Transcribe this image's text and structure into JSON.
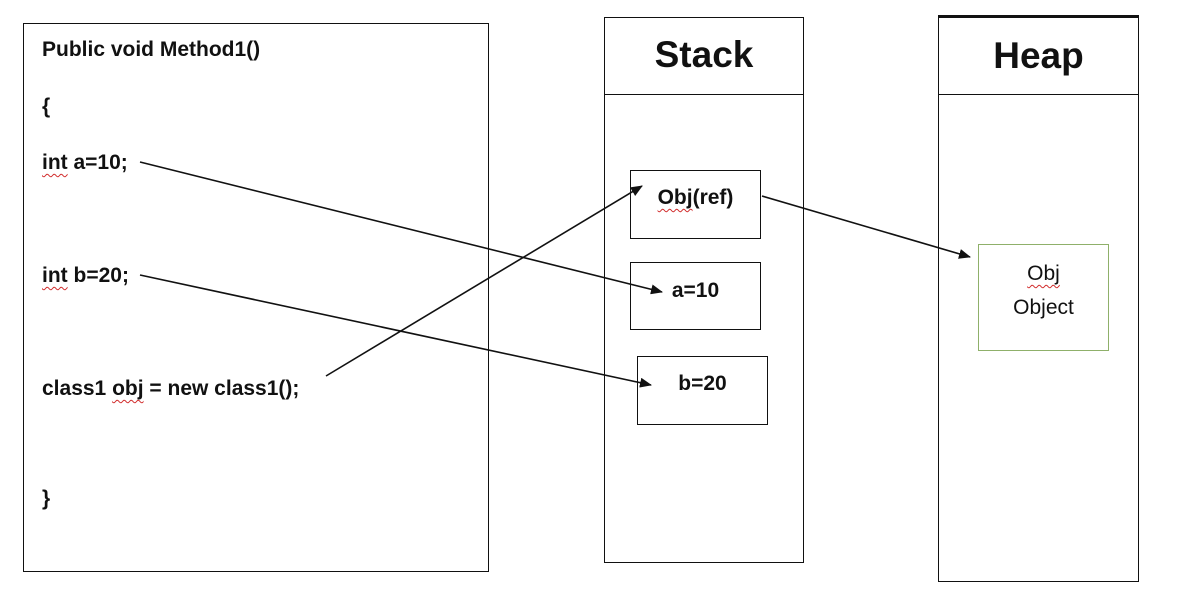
{
  "code": {
    "signature": "Public void Method1()",
    "open_brace": "{",
    "line_a": {
      "keyword": "int",
      "rest": " a=10;"
    },
    "line_b": {
      "keyword": "int",
      "rest": " b=20;"
    },
    "line_obj": {
      "prefix": "class1 ",
      "var": "obj",
      "rest": " = new class1();"
    },
    "close_brace": "}"
  },
  "stack": {
    "title": "Stack",
    "cells": {
      "ref": {
        "name": "Obj",
        "suffix": "(ref)"
      },
      "a": "a=10",
      "b": "b=20"
    }
  },
  "heap": {
    "title": "Heap",
    "object": {
      "line1": "Obj",
      "line2": "Object"
    }
  },
  "colors": {
    "stroke": "#111111",
    "object_border": "#8fb06a",
    "spellcheck": "#d12b2b"
  }
}
